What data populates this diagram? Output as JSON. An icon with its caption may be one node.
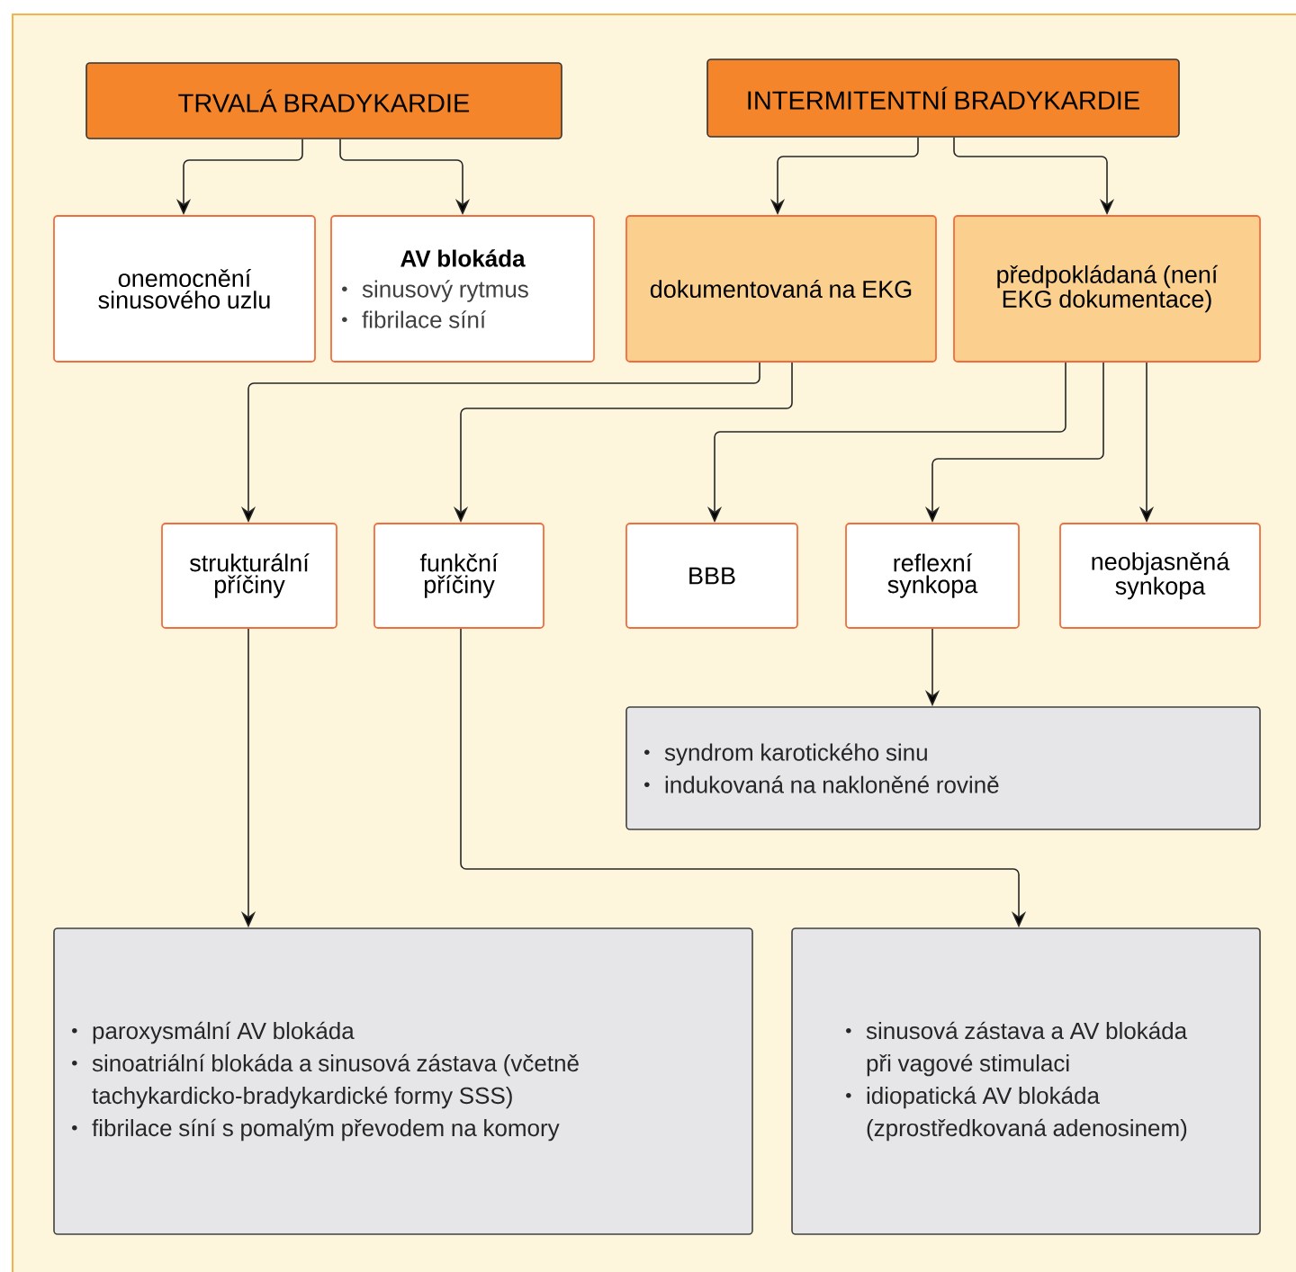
{
  "diagram": {
    "nodes": [
      {
        "text": [
          "TRVALÁ BRADYKARDIE"
        ]
      },
      {
        "text": [
          "INTERMITENTNÍ BRADYKARDIE"
        ]
      },
      {
        "text": [
          "onemocnění sinusového uzlu"
        ]
      },
      {
        "text": [
          "AV blokáda",
          "sinusový rytmus",
          "fibrilace síní"
        ]
      },
      {
        "text": [
          "dokumentovaná na EKG"
        ]
      },
      {
        "text": [
          "předpokládaná (není EKG dokumentace)"
        ]
      },
      {
        "text": [
          "strukturální příčiny"
        ]
      },
      {
        "text": [
          "funkční příčiny"
        ]
      },
      {
        "text": [
          "BBB"
        ]
      },
      {
        "text": [
          "reflexní synkopa"
        ]
      },
      {
        "text": [
          "neobjasněná synkopa"
        ]
      },
      {
        "text": [
          "syndrom karotického sinu",
          "indukovaná na nakloněné rovině"
        ]
      },
      {
        "text": [
          "paroxysmální AV blokáda",
          "sinoatriální blokáda a sinusová zástava (včetně tachykardicko-bradykardické formy SSS)",
          "fibrilace síní s pomalým převodem na komory"
        ]
      },
      {
        "text": [
          "sinusová zástava a AV blokáda při vagové stimulaci",
          "idiopatická AV blokáda (zprostředkovaná adenosinem)"
        ]
      }
    ],
    "edges": [
      {
        "from": 0,
        "to": 2,
        "arrow": "to"
      },
      {
        "from": 0,
        "to": 3,
        "arrow": "to"
      },
      {
        "from": 1,
        "to": 4,
        "arrow": "to"
      },
      {
        "from": 1,
        "to": 5,
        "arrow": "to"
      },
      {
        "from": 4,
        "to": 6,
        "arrow": "to"
      },
      {
        "from": 4,
        "to": 7,
        "arrow": "to"
      },
      {
        "from": 5,
        "to": 8,
        "arrow": "to"
      },
      {
        "from": 5,
        "to": 9,
        "arrow": "to"
      },
      {
        "from": 5,
        "to": 10,
        "arrow": "to"
      },
      {
        "from": 9,
        "to": 11,
        "arrow": "to"
      },
      {
        "from": 6,
        "to": 12,
        "arrow": "to"
      },
      {
        "from": 7,
        "to": 13,
        "arrow": "to"
      }
    ]
  }
}
